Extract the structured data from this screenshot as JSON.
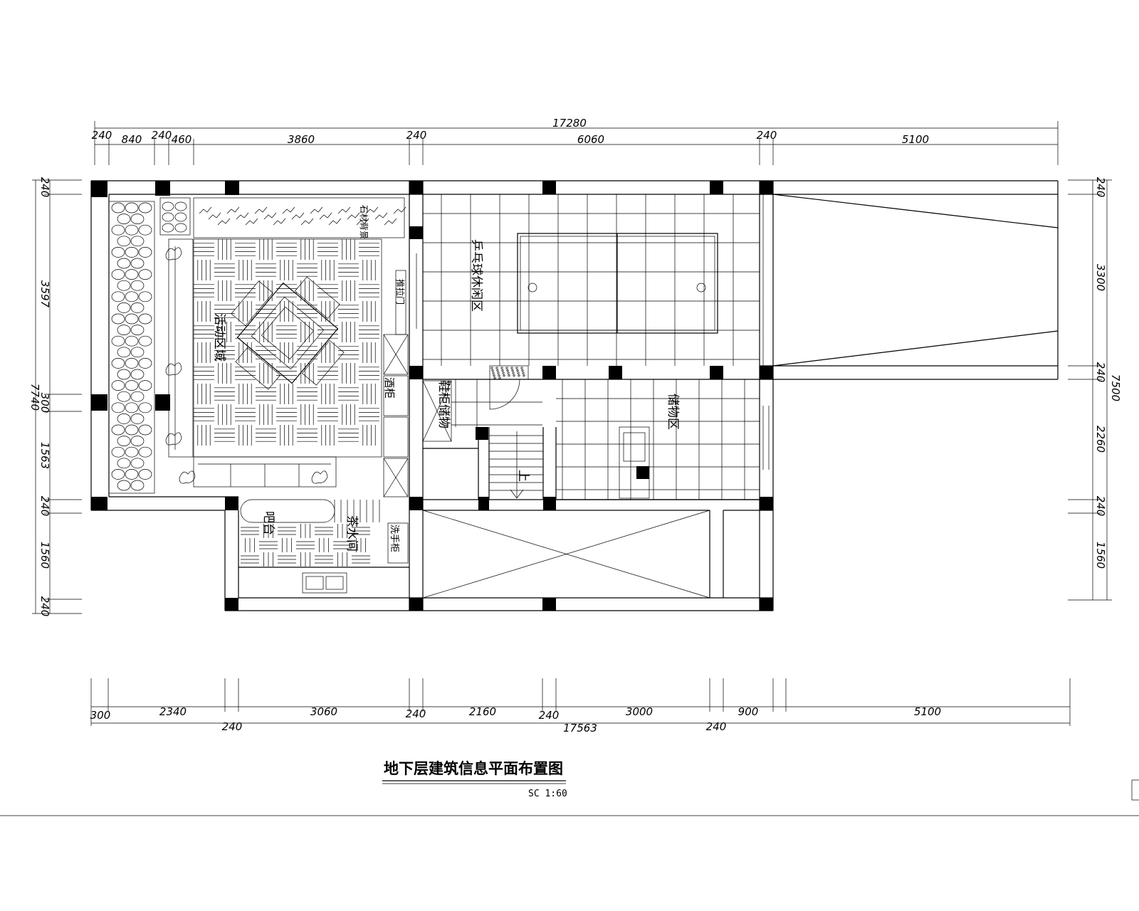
{
  "drawing": {
    "title": "地下层建筑信息平面布置图",
    "scale": "SC 1:60"
  },
  "top_dims": {
    "total": "17280",
    "segments": [
      "240",
      "840",
      "240",
      "460",
      "3860",
      "240",
      "6060",
      "240",
      "5100"
    ]
  },
  "bottom_dims": {
    "total": "17563",
    "upper_row": [
      "300",
      "2340",
      "3060",
      "240",
      "2160",
      "240",
      "3000",
      "900",
      "5100"
    ],
    "lower_row": [
      "240",
      "240"
    ]
  },
  "left_dims": {
    "total": "7740",
    "segments": [
      "240",
      "3597",
      "300",
      "1563",
      "240",
      "1560",
      "240"
    ]
  },
  "right_dims": {
    "total": "7500",
    "segments": [
      "240",
      "3300",
      "240",
      "2260",
      "240",
      "1560"
    ]
  },
  "rooms": {
    "table_tennis": "乒乓球休闲区",
    "activity": "活动区域",
    "storage": "储物区",
    "shoe_cabinet": "鞋柜储物",
    "tea_room": "茶水间",
    "bar": "吧台",
    "wine_cabinet": "酒柜",
    "sink_cabinet": "洗手柜",
    "stone_wall": "石材背景",
    "sliding_door": "推拉门",
    "stairs_label": "上"
  },
  "icons": {
    "door": "door-swing-icon",
    "plant": "plant-icon",
    "stair_arrow": "arrow-down-icon"
  }
}
